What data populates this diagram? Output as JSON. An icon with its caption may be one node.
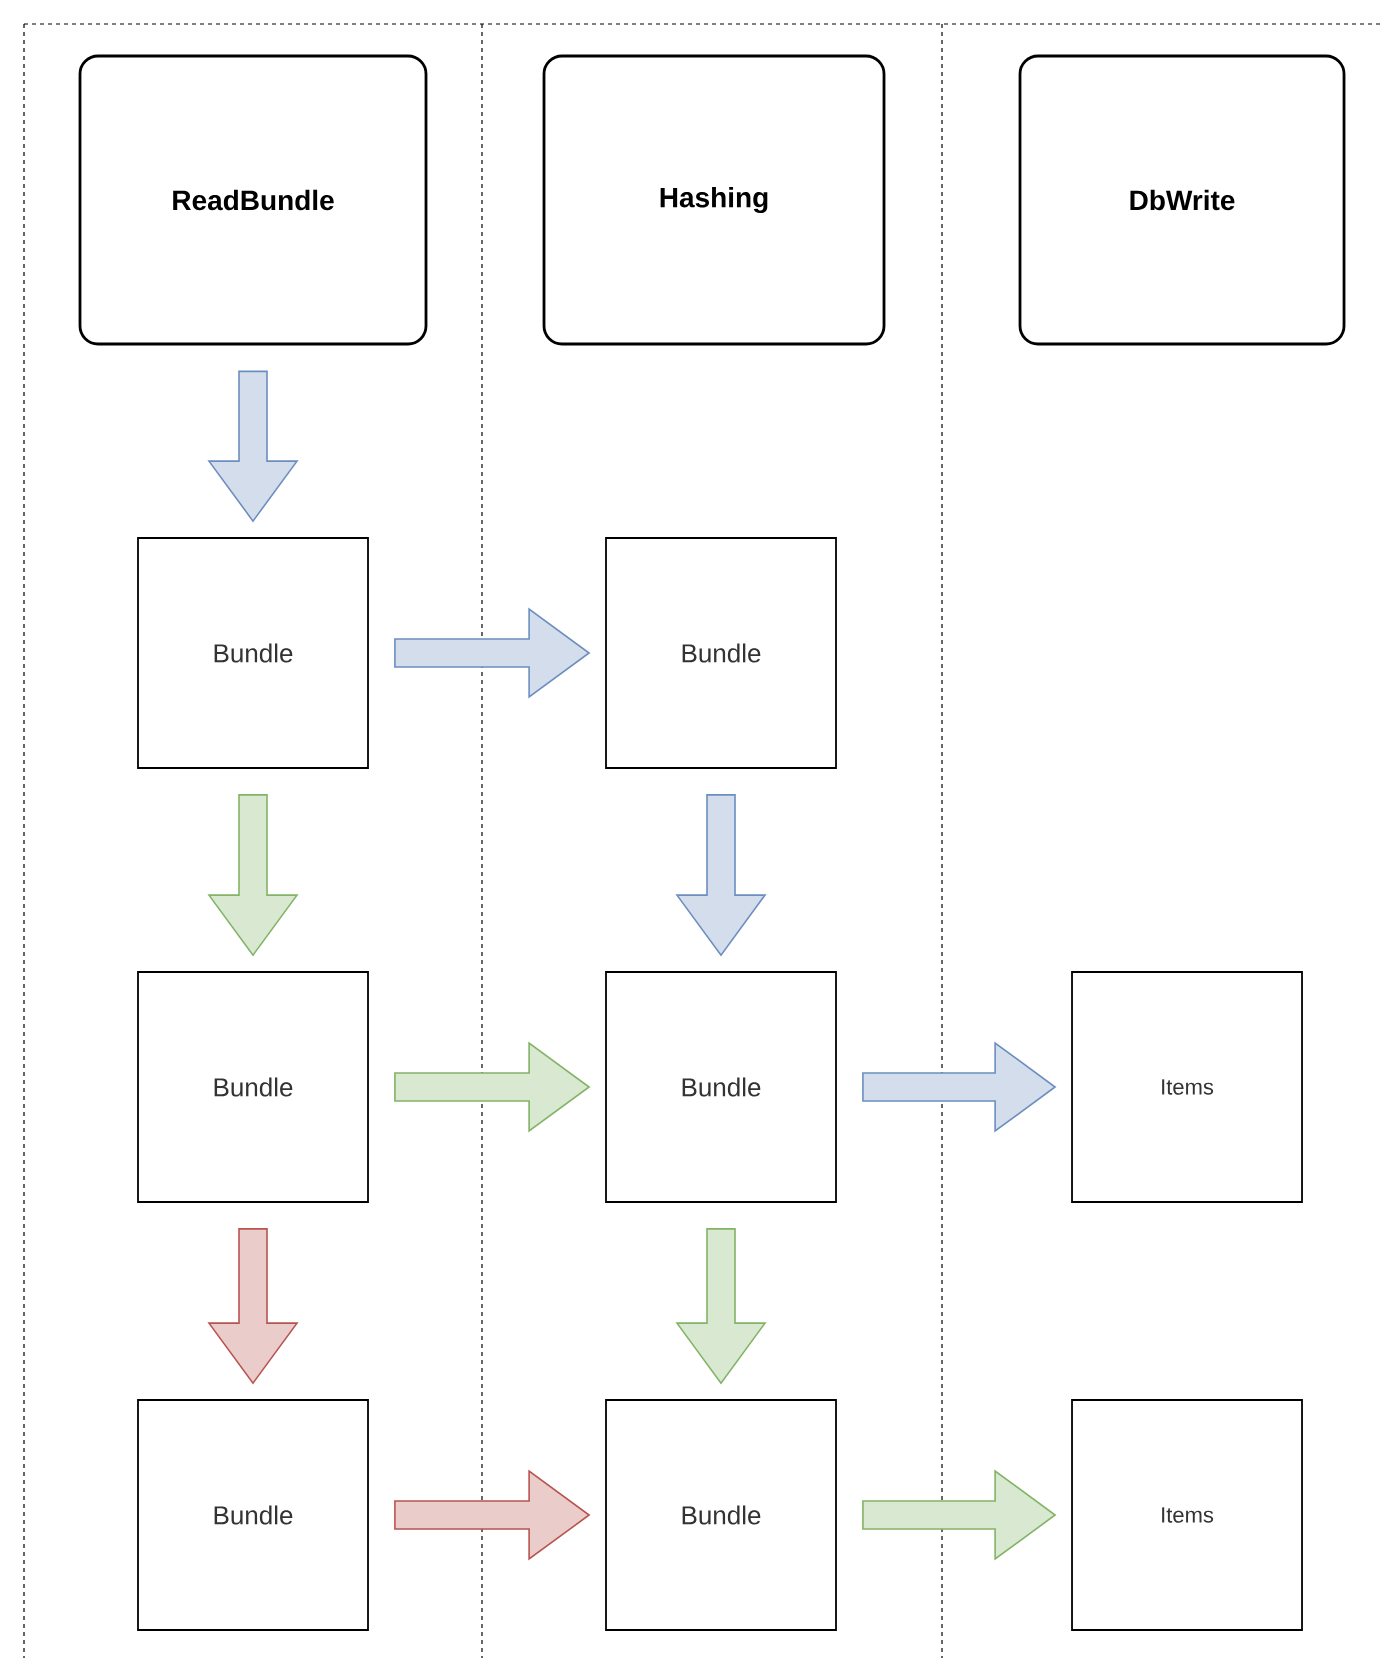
{
  "diagram": {
    "nodes": [
      {
        "text": [
          "ReadBundle"
        ]
      },
      {
        "text": [
          "Hashing"
        ]
      },
      {
        "text": [
          "DbWrite"
        ]
      },
      {
        "text": [
          "Bundle"
        ]
      },
      {
        "text": [
          "Bundle"
        ]
      },
      {
        "text": [
          "Bundle"
        ]
      },
      {
        "text": [
          "Bundle"
        ]
      },
      {
        "text": [
          "Items"
        ]
      },
      {
        "text": [
          "Bundle"
        ]
      },
      {
        "text": [
          "Bundle"
        ]
      },
      {
        "text": [
          "Items"
        ]
      }
    ],
    "edges": [
      {
        "from": 0,
        "to": 3,
        "arrow": "to",
        "color": "#6c8ebf"
      },
      {
        "from": 3,
        "to": 4,
        "arrow": "to",
        "color": "#6c8ebf"
      },
      {
        "from": 3,
        "to": 5,
        "arrow": "to",
        "color": "#82b366"
      },
      {
        "from": 4,
        "to": 6,
        "arrow": "to",
        "color": "#6c8ebf"
      },
      {
        "from": 5,
        "to": 6,
        "arrow": "to",
        "color": "#82b366"
      },
      {
        "from": 6,
        "to": 7,
        "arrow": "to",
        "color": "#6c8ebf"
      },
      {
        "from": 5,
        "to": 8,
        "arrow": "to",
        "color": "#b85450"
      },
      {
        "from": 6,
        "to": 9,
        "arrow": "to",
        "color": "#82b366"
      },
      {
        "from": 8,
        "to": 9,
        "arrow": "to",
        "color": "#b85450"
      },
      {
        "from": 9,
        "to": 10,
        "arrow": "to",
        "color": "#82b366"
      }
    ]
  }
}
